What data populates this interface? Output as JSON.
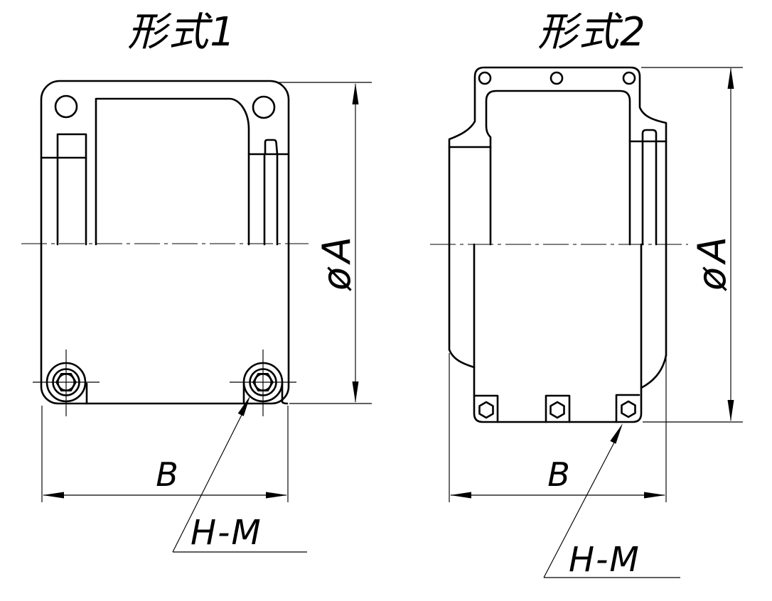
{
  "drawing": {
    "views": [
      {
        "title": "形式1",
        "dim_diameter": "øA",
        "dim_width": "B",
        "thread_callout": "H-M"
      },
      {
        "title": "形式2",
        "dim_diameter": "øA",
        "dim_width": "B",
        "thread_callout": "H-M"
      }
    ],
    "colors": {
      "background": "#ffffff",
      "line": "#000000"
    }
  }
}
